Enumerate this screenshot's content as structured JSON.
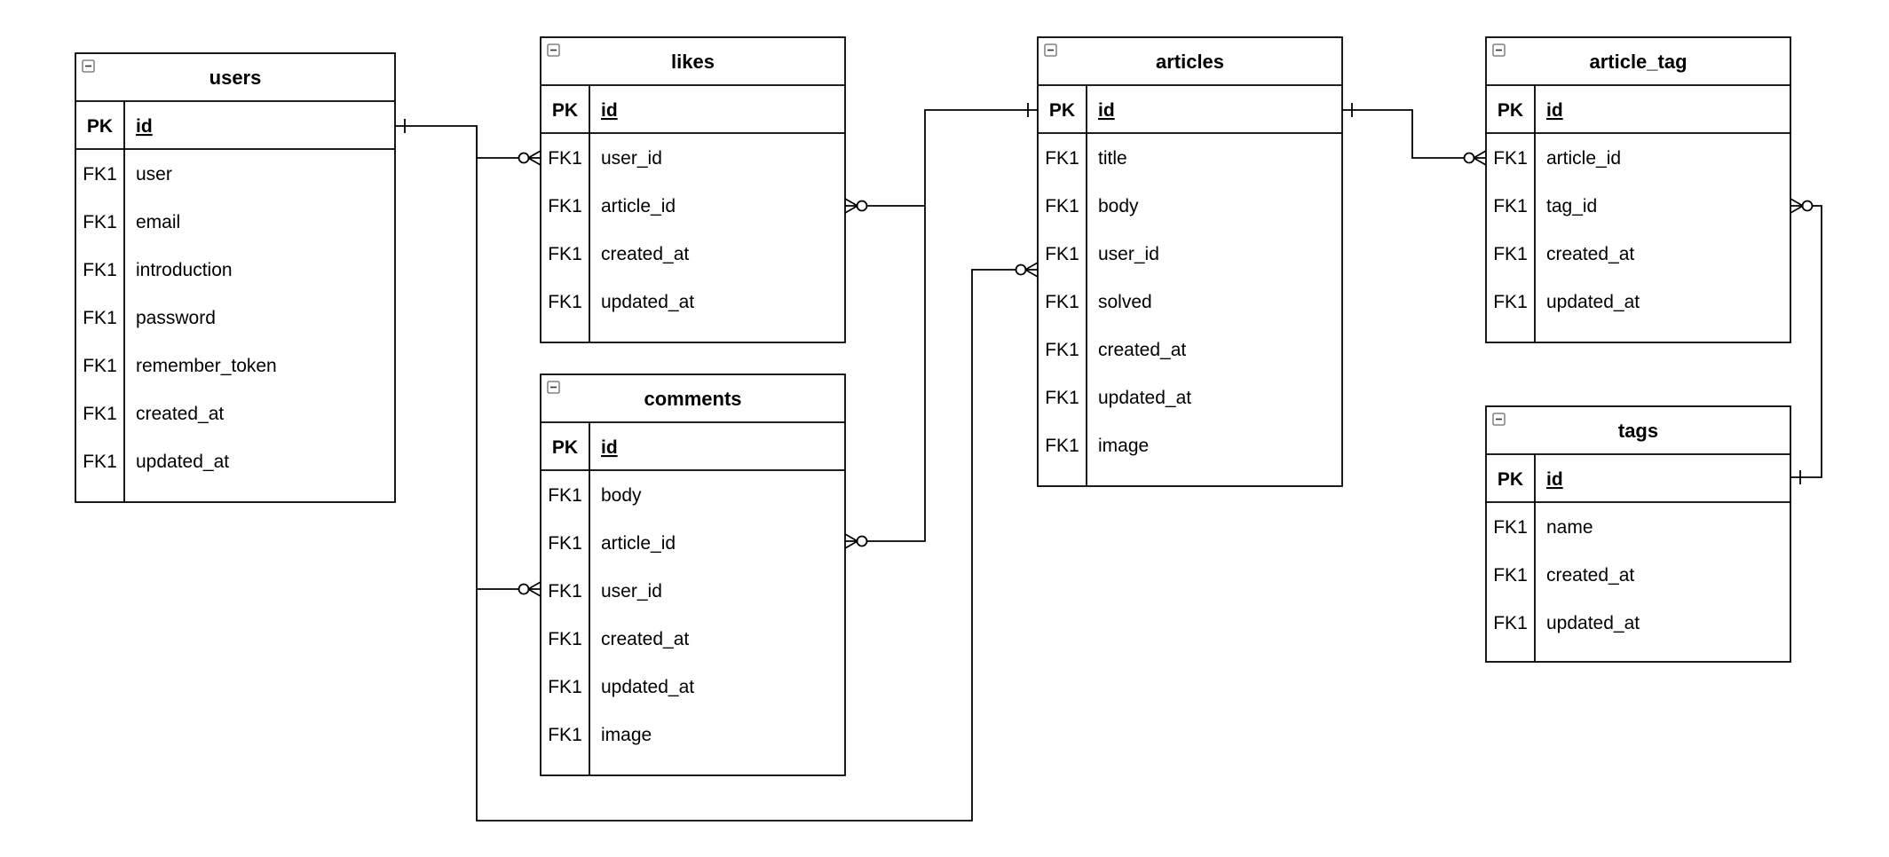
{
  "entities": [
    {
      "title": "users",
      "pk": {
        "key": "PK",
        "name": "id"
      },
      "rows": [
        {
          "key": "FK1",
          "name": "user"
        },
        {
          "key": "FK1",
          "name": "email"
        },
        {
          "key": "FK1",
          "name": "introduction"
        },
        {
          "key": "FK1",
          "name": "password"
        },
        {
          "key": "FK1",
          "name": "remember_token"
        },
        {
          "key": "FK1",
          "name": "created_at"
        },
        {
          "key": "FK1",
          "name": "updated_at"
        }
      ]
    },
    {
      "title": "likes",
      "pk": {
        "key": "PK",
        "name": "id"
      },
      "rows": [
        {
          "key": "FK1",
          "name": "user_id"
        },
        {
          "key": "FK1",
          "name": "article_id"
        },
        {
          "key": "FK1",
          "name": "created_at"
        },
        {
          "key": "FK1",
          "name": "updated_at"
        }
      ]
    },
    {
      "title": "comments",
      "pk": {
        "key": "PK",
        "name": "id"
      },
      "rows": [
        {
          "key": "FK1",
          "name": "body"
        },
        {
          "key": "FK1",
          "name": "article_id"
        },
        {
          "key": "FK1",
          "name": "user_id"
        },
        {
          "key": "FK1",
          "name": "created_at"
        },
        {
          "key": "FK1",
          "name": "updated_at"
        },
        {
          "key": "FK1",
          "name": "image"
        }
      ]
    },
    {
      "title": "articles",
      "pk": {
        "key": "PK",
        "name": "id"
      },
      "rows": [
        {
          "key": "FK1",
          "name": "title"
        },
        {
          "key": "FK1",
          "name": "body"
        },
        {
          "key": "FK1",
          "name": "user_id"
        },
        {
          "key": "FK1",
          "name": "solved"
        },
        {
          "key": "FK1",
          "name": "created_at"
        },
        {
          "key": "FK1",
          "name": "updated_at"
        },
        {
          "key": "FK1",
          "name": "image"
        }
      ]
    },
    {
      "title": "article_tag",
      "pk": {
        "key": "PK",
        "name": "id"
      },
      "rows": [
        {
          "key": "FK1",
          "name": "article_id"
        },
        {
          "key": "FK1",
          "name": "tag_id"
        },
        {
          "key": "FK1",
          "name": "created_at"
        },
        {
          "key": "FK1",
          "name": "updated_at"
        }
      ]
    },
    {
      "title": "tags",
      "pk": {
        "key": "PK",
        "name": "id"
      },
      "rows": [
        {
          "key": "FK1",
          "name": "name"
        },
        {
          "key": "FK1",
          "name": "created_at"
        },
        {
          "key": "FK1",
          "name": "updated_at"
        }
      ]
    }
  ],
  "relationships": [
    {
      "one": "users.id",
      "many": "likes.user_id"
    },
    {
      "one": "users.id",
      "many": "comments.user_id"
    },
    {
      "one": "users.id",
      "many": "articles.user_id"
    },
    {
      "one": "articles.id",
      "many": "likes.article_id"
    },
    {
      "one": "articles.id",
      "many": "comments.article_id"
    },
    {
      "one": "articles.id",
      "many": "article_tag.article_id"
    },
    {
      "one": "tags.id",
      "many": "article_tag.tag_id"
    }
  ]
}
